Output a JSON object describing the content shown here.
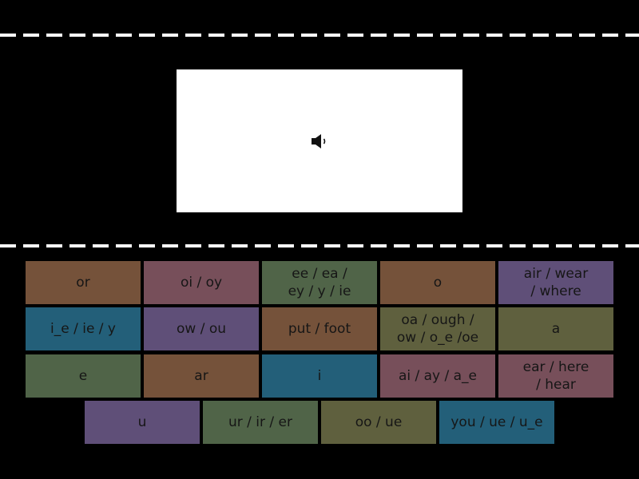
{
  "prompt_card": {
    "icon": "speaker-icon"
  },
  "colors": {
    "brown": "#75523a",
    "rose": "#774f5a",
    "green": "#506448",
    "purple": "#5f4f78",
    "teal": "#235f79",
    "olive": "#5f603e"
  },
  "tiles": [
    {
      "label": "or",
      "color": "#75523a"
    },
    {
      "label": "oi / oy",
      "color": "#774f5a"
    },
    {
      "label": "ee / ea /\ney / y / ie",
      "color": "#506448"
    },
    {
      "label": "o",
      "color": "#75523a"
    },
    {
      "label": "air / wear\n/ where",
      "color": "#5f4f78"
    },
    {
      "label": "i_e / ie / y",
      "color": "#235f79"
    },
    {
      "label": "ow / ou",
      "color": "#5f4f78"
    },
    {
      "label": "put / foot",
      "color": "#75523a"
    },
    {
      "label": "oa / ough /\now / o_e /oe",
      "color": "#5f603e"
    },
    {
      "label": "a",
      "color": "#5f603e"
    },
    {
      "label": "e",
      "color": "#506448"
    },
    {
      "label": "ar",
      "color": "#75523a"
    },
    {
      "label": "i",
      "color": "#235f79"
    },
    {
      "label": "ai / ay / a_e",
      "color": "#774f5a"
    },
    {
      "label": "ear / here\n/ hear",
      "color": "#774f5a"
    },
    {
      "label": "u",
      "color": "#5f4f78"
    },
    {
      "label": "ur / ir / er",
      "color": "#506448"
    },
    {
      "label": "oo / ue",
      "color": "#5f603e"
    },
    {
      "label": "you / ue / u_e",
      "color": "#235f79"
    }
  ]
}
